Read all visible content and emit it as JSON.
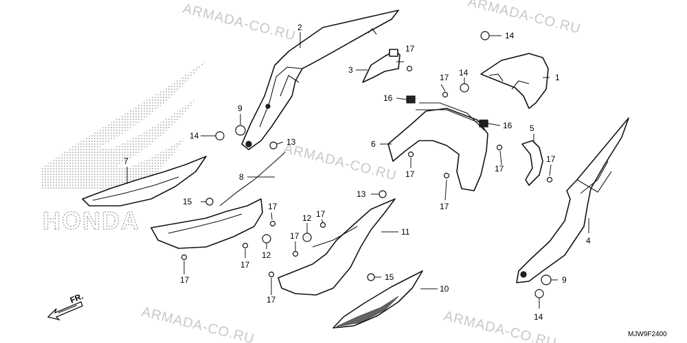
{
  "watermark": {
    "text": "ARMADA-CO.RU"
  },
  "logo": {
    "brand": "HONDA"
  },
  "direction_arrow": {
    "label": "FR."
  },
  "diagram_code": "MJW9F2400",
  "callouts": [
    {
      "id": "c1",
      "label": "1"
    },
    {
      "id": "c2",
      "label": "2"
    },
    {
      "id": "c3",
      "label": "3"
    },
    {
      "id": "c4",
      "label": "4"
    },
    {
      "id": "c5",
      "label": "5"
    },
    {
      "id": "c6",
      "label": "6"
    },
    {
      "id": "c7",
      "label": "7"
    },
    {
      "id": "c8",
      "label": "8"
    },
    {
      "id": "c9a",
      "label": "9"
    },
    {
      "id": "c9b",
      "label": "9"
    },
    {
      "id": "c10",
      "label": "10"
    },
    {
      "id": "c11",
      "label": "11"
    },
    {
      "id": "c12a",
      "label": "12"
    },
    {
      "id": "c12b",
      "label": "12"
    },
    {
      "id": "c13a",
      "label": "13"
    },
    {
      "id": "c13b",
      "label": "13"
    },
    {
      "id": "c14a",
      "label": "14"
    },
    {
      "id": "c14b",
      "label": "14"
    },
    {
      "id": "c14c",
      "label": "14"
    },
    {
      "id": "c14d",
      "label": "14"
    },
    {
      "id": "c15a",
      "label": "15"
    },
    {
      "id": "c15b",
      "label": "15"
    },
    {
      "id": "c16a",
      "label": "16"
    },
    {
      "id": "c16b",
      "label": "16"
    },
    {
      "id": "c17a",
      "label": "17"
    },
    {
      "id": "c17b",
      "label": "17"
    },
    {
      "id": "c17c",
      "label": "17"
    },
    {
      "id": "c17d",
      "label": "17"
    },
    {
      "id": "c17e",
      "label": "17"
    },
    {
      "id": "c17f",
      "label": "17"
    },
    {
      "id": "c17g",
      "label": "17"
    },
    {
      "id": "c17h",
      "label": "17"
    },
    {
      "id": "c17i",
      "label": "17"
    },
    {
      "id": "c17j",
      "label": "17"
    },
    {
      "id": "c17k",
      "label": "17"
    },
    {
      "id": "c17l",
      "label": "17"
    },
    {
      "id": "c17m",
      "label": "17"
    }
  ]
}
